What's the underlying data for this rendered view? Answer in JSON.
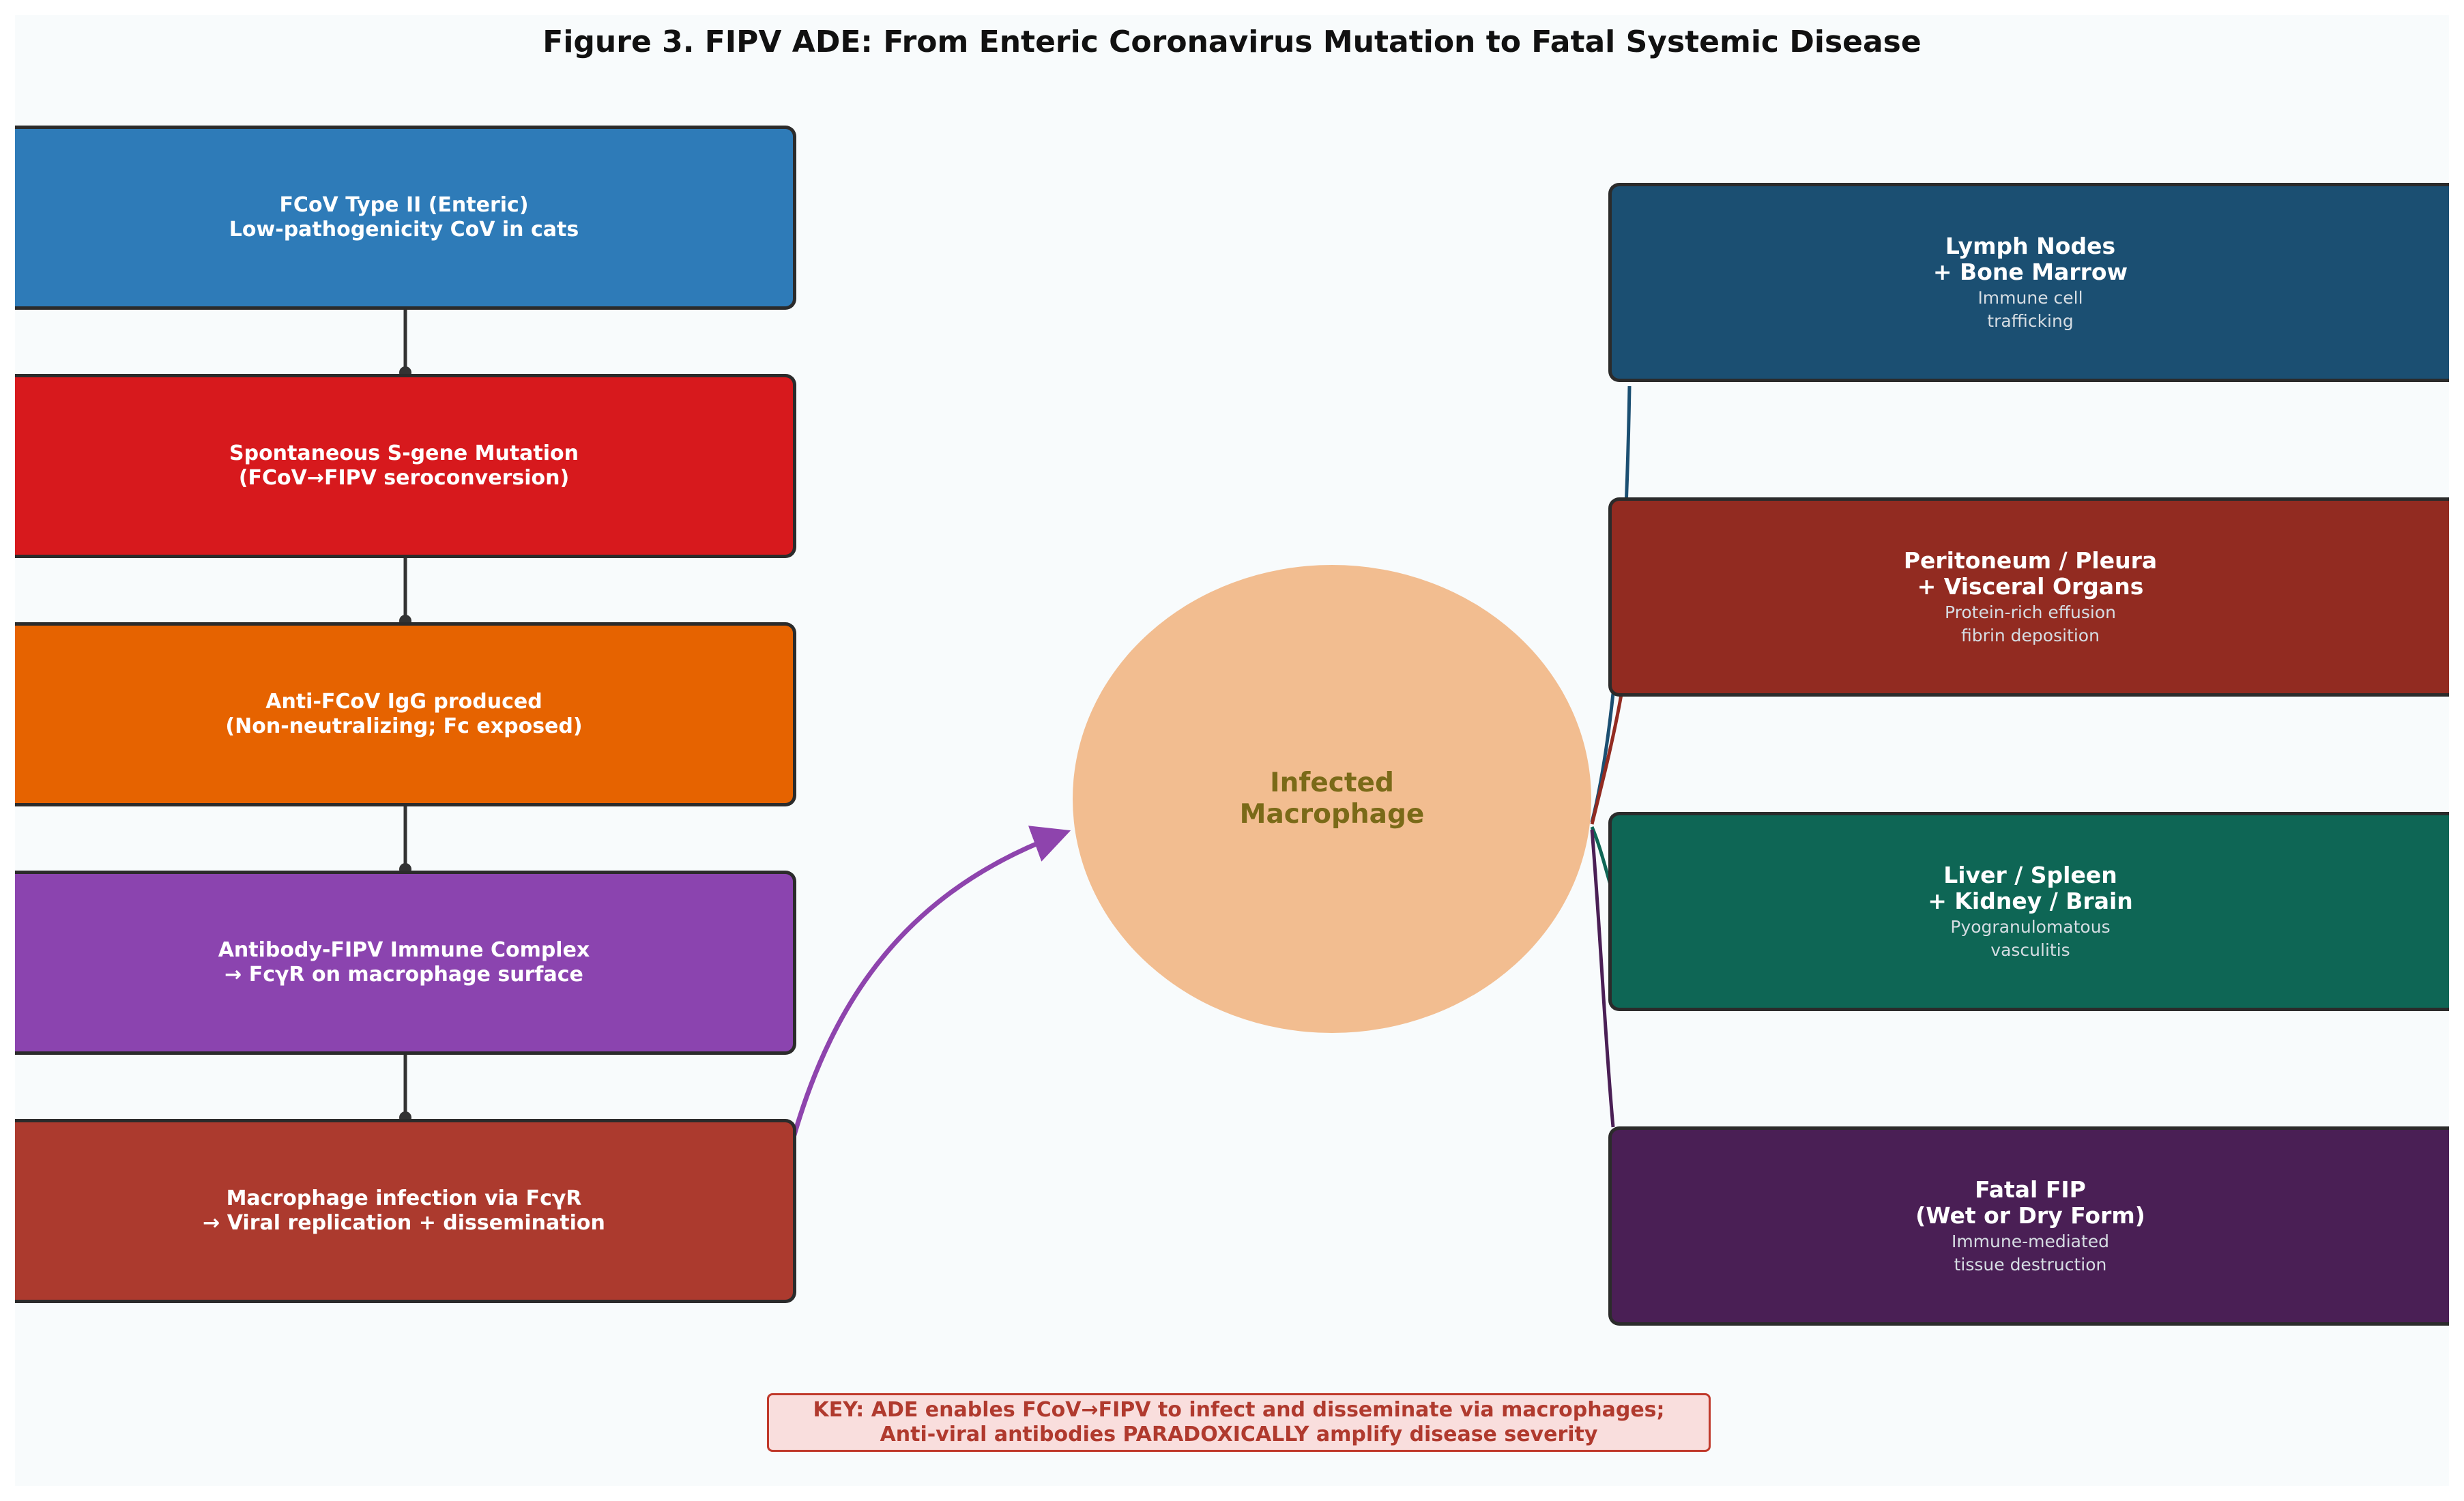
{
  "figure": {
    "title": "Figure 3. FIPV ADE: From Enteric Coronavirus Mutation to Fatal Systemic Disease"
  },
  "steps": [
    {
      "line1": "FCoV Type II (Enteric)",
      "line2": "Low-pathogenicity CoV in cats",
      "color": "#2e7bb8"
    },
    {
      "line1": "Spontaneous S-gene Mutation",
      "line2": "(FCoV→FIPV seroconversion)",
      "color": "#d7191d"
    },
    {
      "line1": "Anti-FCoV IgG produced",
      "line2": "(Non-neutralizing; Fc exposed)",
      "color": "#e66300"
    },
    {
      "line1": "Antibody-FIPV Immune Complex",
      "line2": "→ FcγR on macrophage surface",
      "color": "#8b44af"
    },
    {
      "line1": "Macrophage infection via FcγR",
      "line2": "→ Viral replication + dissemination",
      "color": "#ac3a2e"
    }
  ],
  "macrophage": {
    "line1": "Infected",
    "line2": "Macrophage",
    "fill": "#f2bd90",
    "text_color": "#7a6a18"
  },
  "targets": [
    {
      "line1": "Lymph Nodes",
      "line2": "+ Bone Marrow",
      "sub1": "Immune cell",
      "sub2": "trafficking",
      "color": "#1b4f72"
    },
    {
      "line1": "Peritoneum / Pleura",
      "line2": "+ Visceral Organs",
      "sub1": "Protein-rich effusion",
      "sub2": "fibrin deposition",
      "color": "#922b21"
    },
    {
      "line1": "Liver / Spleen",
      "line2": "+ Kidney / Brain",
      "sub1": "Pyogranulomatous",
      "sub2": "vasculitis",
      "color": "#0e6655"
    },
    {
      "line1": "Fatal FIP",
      "line2": "(Wet or Dry Form)",
      "sub1": "Immune-mediated",
      "sub2": "tissue destruction",
      "color": "#4a1f55"
    }
  ],
  "key": {
    "line1": "KEY: ADE enables FCoV→FIPV to infect and disseminate via macrophages;",
    "line2": "Anti-viral antibodies PARADOXICALLY amplify disease severity",
    "border_color": "#c0392b",
    "fill": "#f9dedd"
  },
  "colors": {
    "connector": "#333333",
    "arrow_to_macrophage": "#8e44ad",
    "background": "#f8fbfc"
  }
}
